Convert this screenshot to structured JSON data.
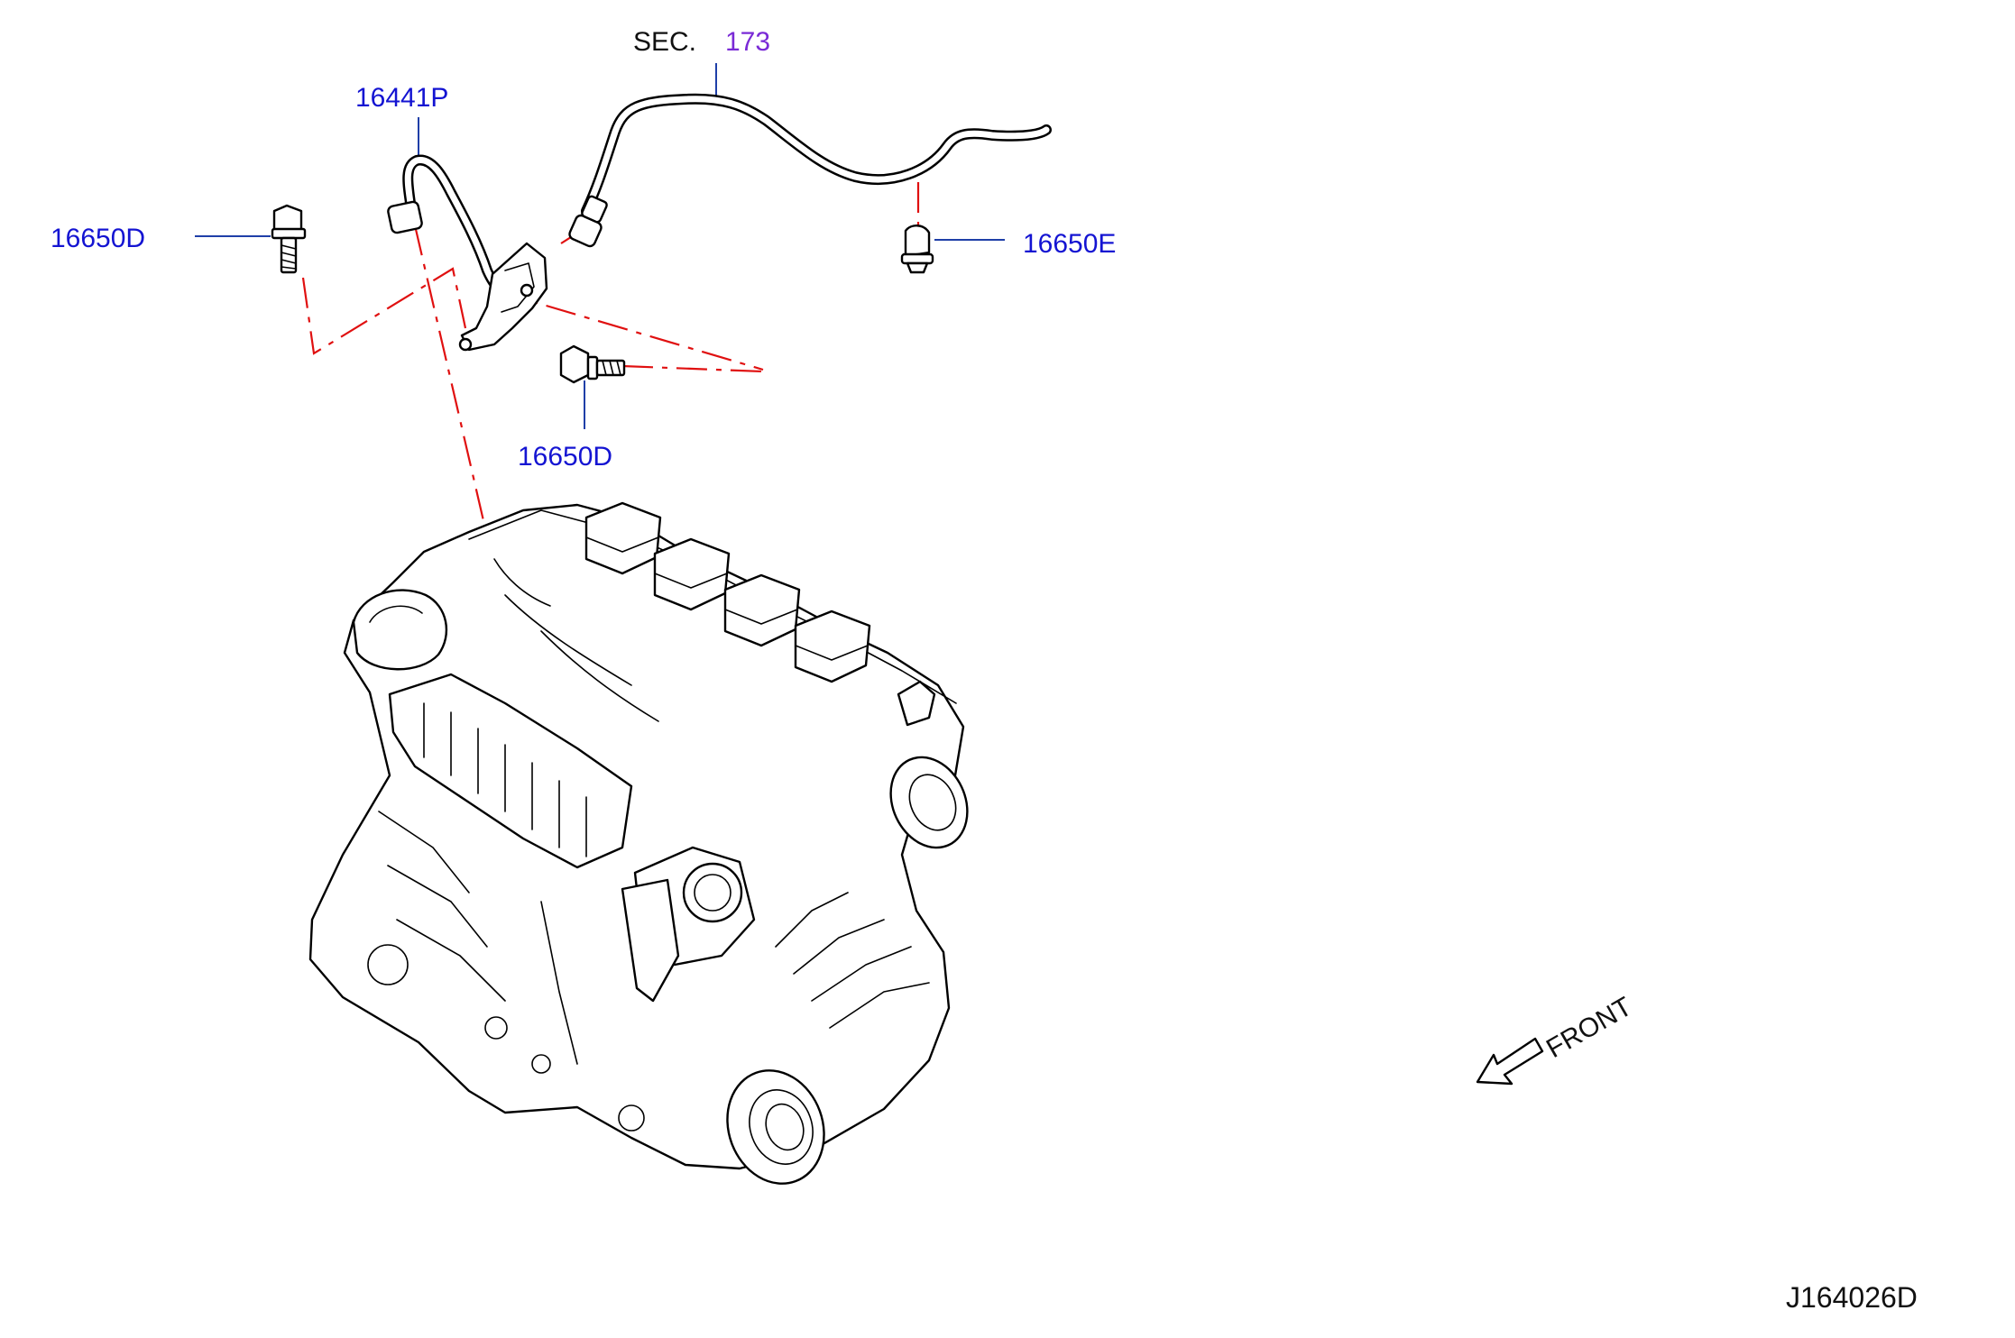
{
  "callouts": {
    "sec_prefix": "SEC.",
    "sec_number": "173",
    "hose": "16441P",
    "bolt_left": "16650D",
    "bolt_lower": "16650D",
    "clip_right": "16650E"
  },
  "front_indicator": "FRONT",
  "diagram_id": "J164026D",
  "colors": {
    "part_number_text": "#1414d2",
    "section_ref_text": "#7a2ad6",
    "leader_line": "#1f3fa8",
    "phantom_line": "#e01010",
    "line_art": "#000000",
    "background": "#ffffff"
  }
}
